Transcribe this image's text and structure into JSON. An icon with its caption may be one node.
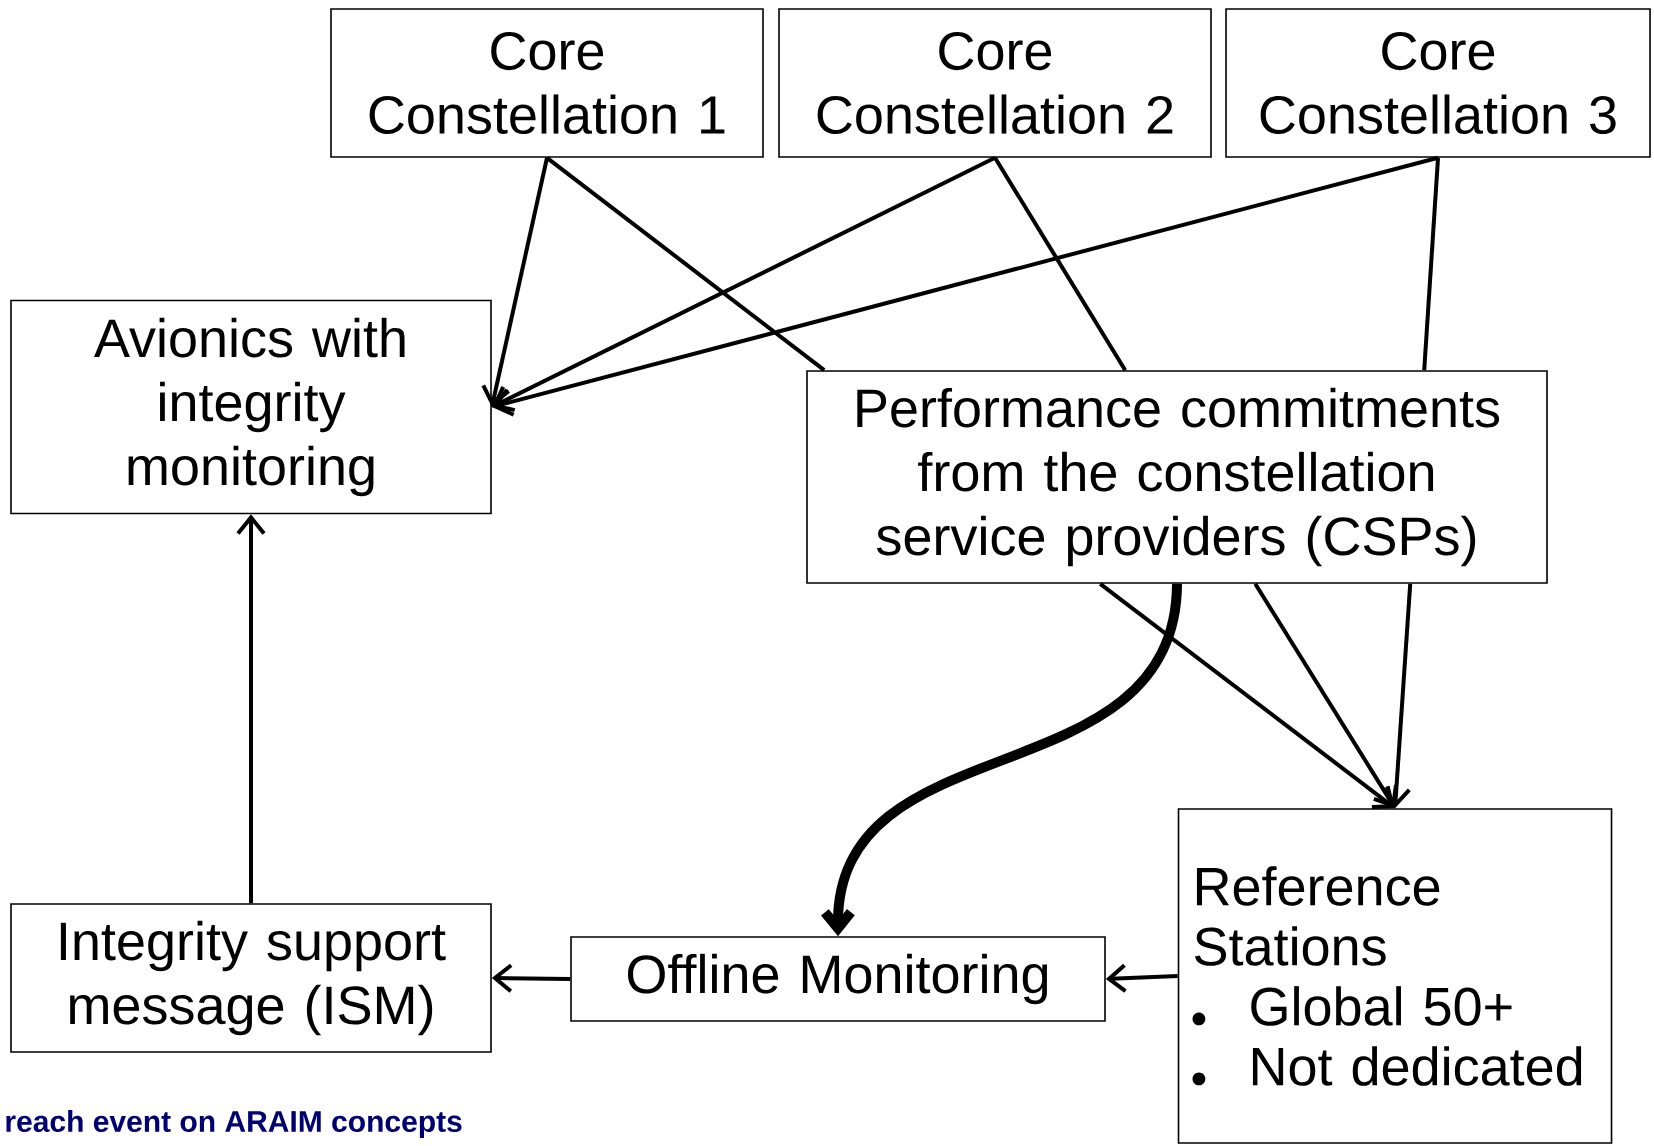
{
  "diagram": {
    "nodes": [
      {
        "text": [
          "Core Constellation 1"
        ]
      },
      {
        "text": [
          "Core Constellation 2"
        ]
      },
      {
        "text": [
          "Core Constellation 3"
        ]
      },
      {
        "text": [
          "Avionics with integrity monitoring"
        ]
      },
      {
        "text": [
          "Performance commitments from the constellation service providers (CSPs)"
        ]
      },
      {
        "text": [
          "Reference Stations",
          "Global 50+",
          "Not dedicated"
        ]
      },
      {
        "text": [
          "Integrity support message (ISM)"
        ]
      },
      {
        "text": [
          "Offline Monitoring"
        ]
      }
    ],
    "edges": [
      {
        "from": 0,
        "to": 3,
        "arrow": "to"
      },
      {
        "from": 1,
        "to": 3,
        "arrow": "to"
      },
      {
        "from": 2,
        "to": 3,
        "arrow": "to"
      },
      {
        "from": 0,
        "to": 4,
        "arrow": "none"
      },
      {
        "from": 1,
        "to": 4,
        "arrow": "none"
      },
      {
        "from": 2,
        "to": 4,
        "arrow": "none"
      },
      {
        "from": 4,
        "to": 5,
        "arrow": "to"
      },
      {
        "from": 4,
        "to": 5,
        "arrow": "to"
      },
      {
        "from": 4,
        "to": 5,
        "arrow": "to"
      },
      {
        "from": 4,
        "to": 7,
        "arrow": "to",
        "style": "thick"
      },
      {
        "from": 5,
        "to": 7,
        "arrow": "to"
      },
      {
        "from": 7,
        "to": 6,
        "arrow": "to"
      },
      {
        "from": 6,
        "to": 3,
        "arrow": "to"
      }
    ],
    "labels": [
      "reach event on ARAIM concepts"
    ]
  }
}
